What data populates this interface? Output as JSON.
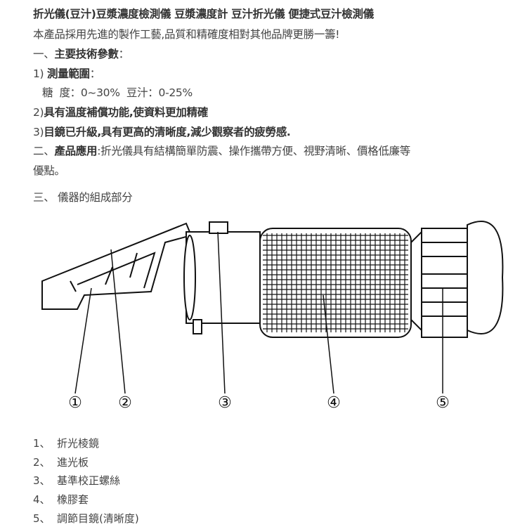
{
  "title": "折光儀(豆汁)豆漿濃度檢測儀 豆漿濃度計 豆汁折光儀 便捷式豆汁檢測儀",
  "intro": "本產品採用先進的製作工藝,品質和精確度相對其他品牌更勝一籌!",
  "section1": {
    "prefix": "一、",
    "heading": "主要技術參數",
    "suffix": "："
  },
  "item1": {
    "prefix": "1) ",
    "heading": "測量範圍",
    "suffix": "："
  },
  "range": "糖  度：0~30%  豆汁：0-25%",
  "item2": {
    "prefix": "2)",
    "text": "具有溫度補償功能,使資料更加精確"
  },
  "item3": {
    "prefix": "3)",
    "text": "目鏡已升級,具有更高的清晰度,減少觀察者的疲勞感."
  },
  "section2": {
    "prefix": "二、",
    "heading": "產品應用",
    "text": ":折光儀具有結構簡單防震、操作攜帶方便、視野清晰、價格低廉等",
    "text2": "優點。"
  },
  "section3": {
    "prefix": "三、 ",
    "heading": "儀器的組成部分"
  },
  "callouts": [
    "①",
    "②",
    "③",
    "④",
    "⑤"
  ],
  "parts": [
    {
      "num": "1、",
      "label": "折光棱鏡"
    },
    {
      "num": "2、",
      "label": "進光板"
    },
    {
      "num": "3、",
      "label": "基準校正螺絲"
    },
    {
      "num": "4、",
      "label": "橡膠套"
    },
    {
      "num": "5、",
      "label": "調節目鏡(清晰度)"
    }
  ]
}
